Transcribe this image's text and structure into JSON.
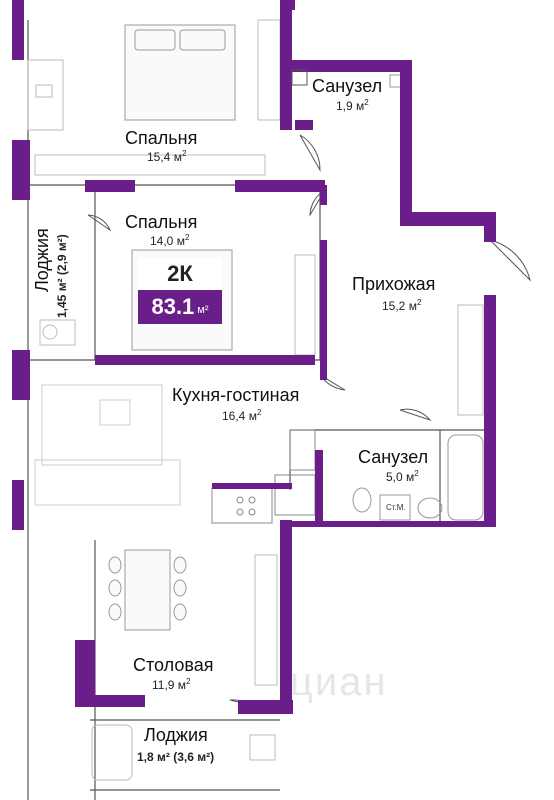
{
  "apartment": {
    "type_label": "2К",
    "area_value": "83.1",
    "area_unit": "м²"
  },
  "rooms": [
    {
      "id": "bedroom1",
      "name": "Спальня",
      "area": "15,4 м"
    },
    {
      "id": "bath1",
      "name": "Санузел",
      "area": "1,9 м"
    },
    {
      "id": "bedroom2",
      "name": "Спальня",
      "area": "14,0 м"
    },
    {
      "id": "hall",
      "name": "Прихожая",
      "area": "15,2 м"
    },
    {
      "id": "kitchen",
      "name": "Кухня-гостиная",
      "area": "16,4 м"
    },
    {
      "id": "bath2",
      "name": "Санузел",
      "area": "5,0 м"
    },
    {
      "id": "dining",
      "name": "Столовая",
      "area": "11,9 м"
    },
    {
      "id": "loggia2",
      "name": "Лоджия",
      "area": "1,8 м² (3,6 м²)"
    }
  ],
  "loggia1": {
    "name": "Лоджия",
    "area": "1,45 м² (2,9 м²)"
  },
  "appliance_label": "Ст.М.",
  "watermark": "циан",
  "colors": {
    "wall": "#6a1e8a",
    "line": "#444444",
    "furniture": "#bbbbbb"
  }
}
